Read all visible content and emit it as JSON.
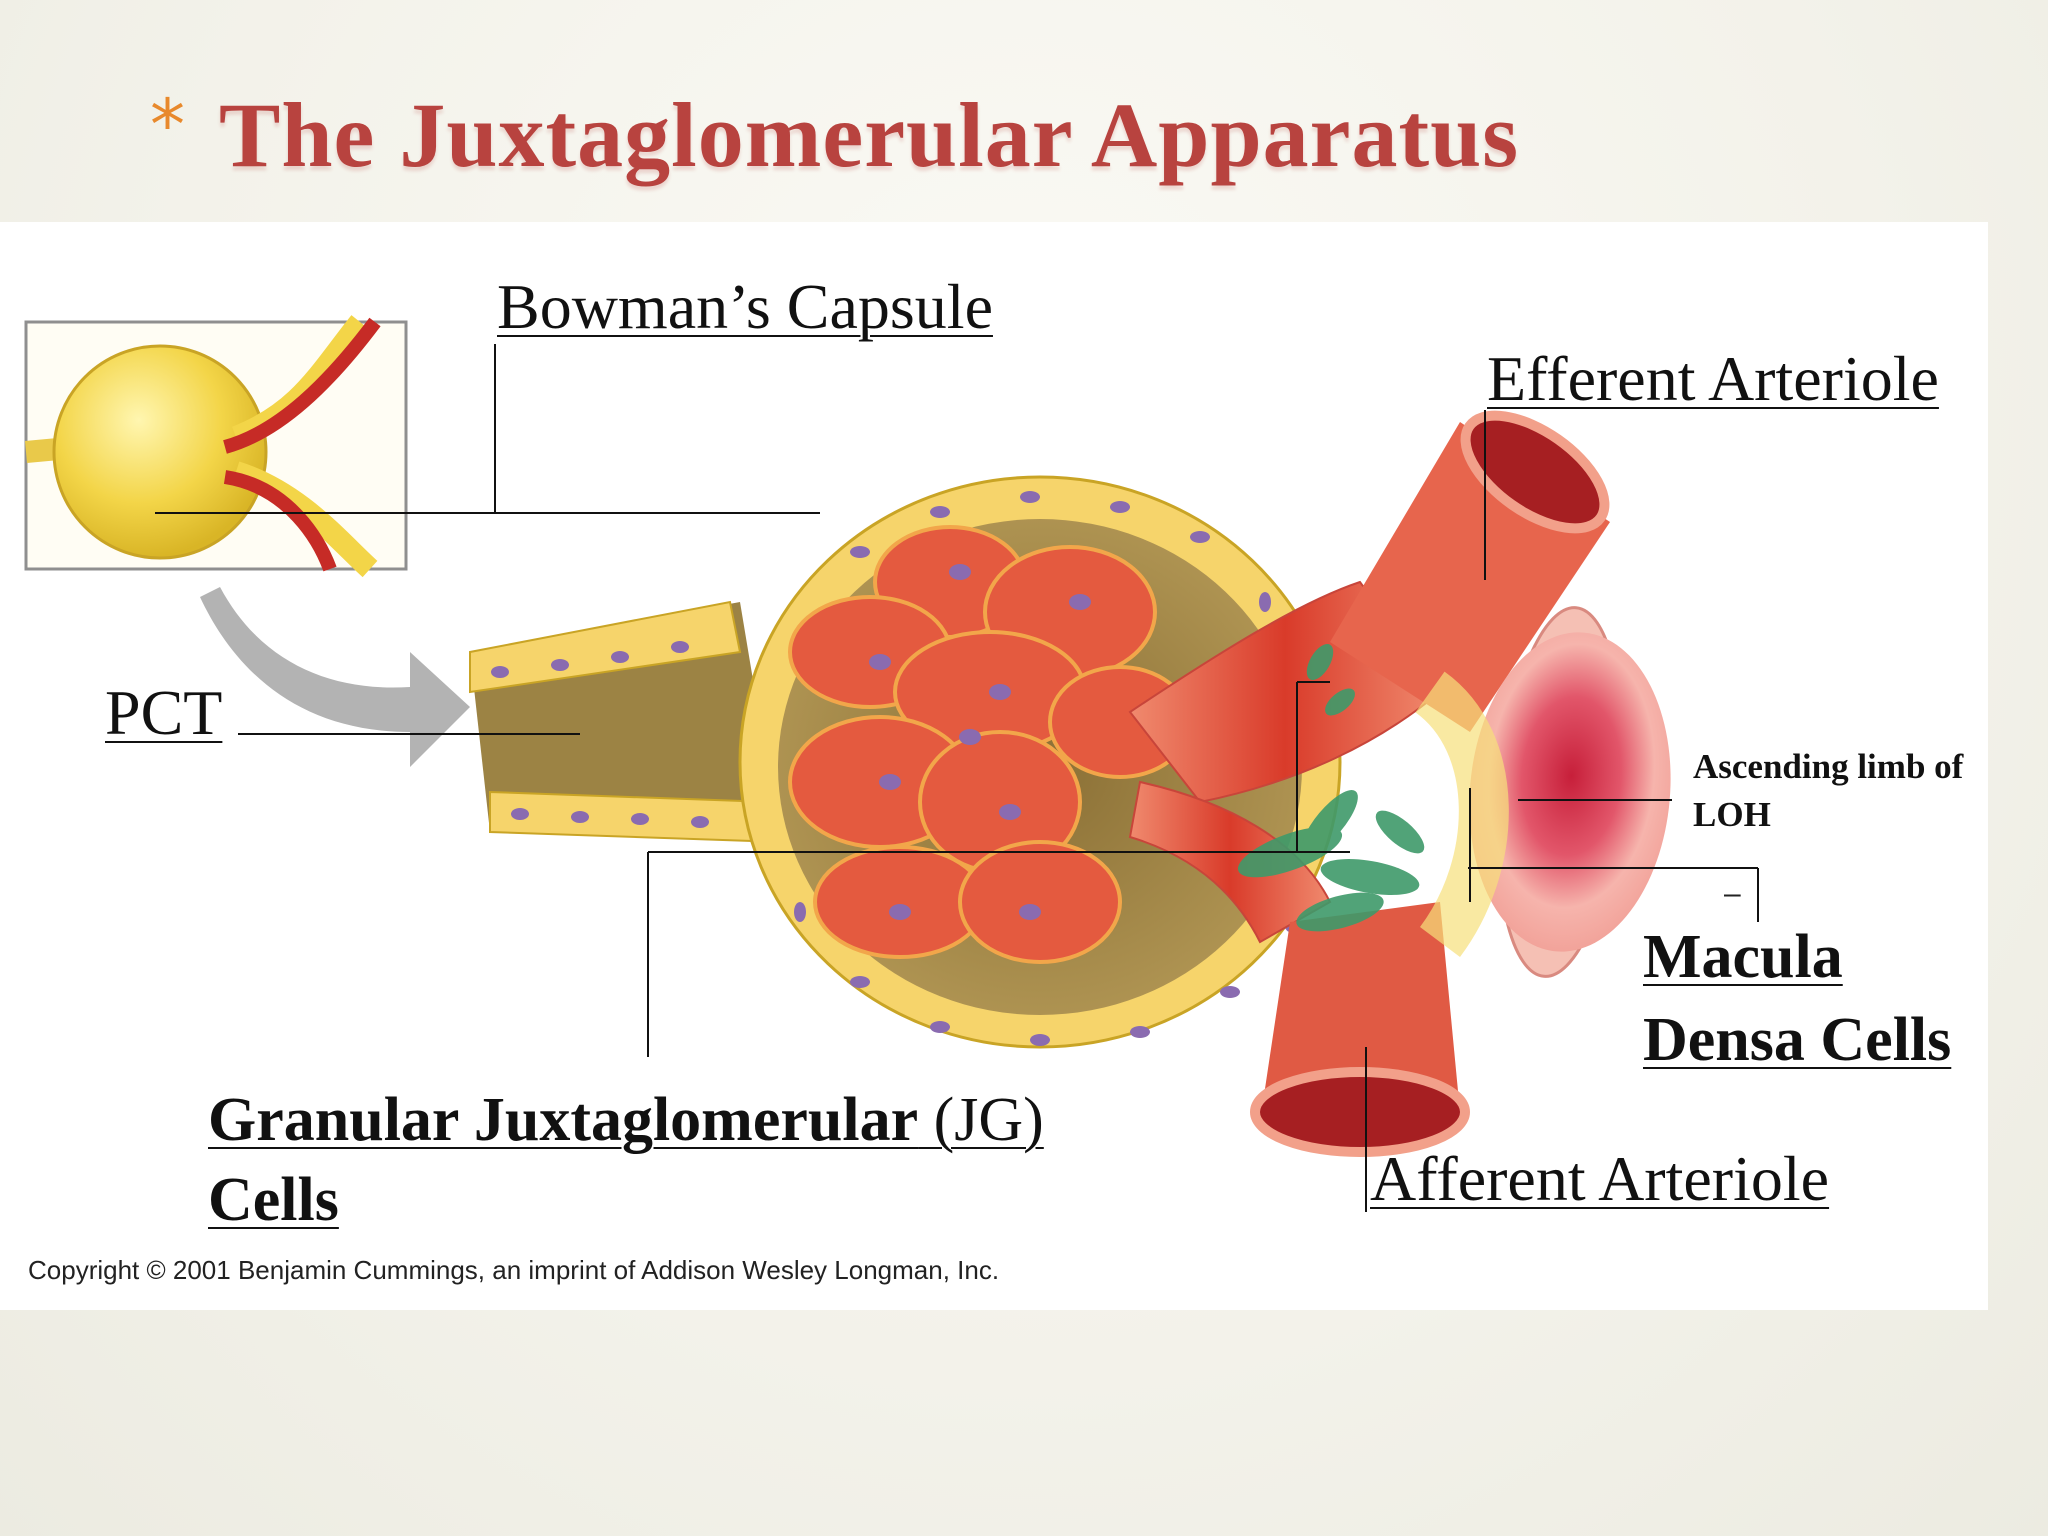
{
  "slide": {
    "bullet": "*",
    "title": "The Juxtaglomerular Apparatus"
  },
  "labels": {
    "bowmans_capsule": "Bowman’s Capsule",
    "efferent_arteriole": "Efferent Arteriole",
    "pct": "PCT",
    "ascending_limb_line1": "Ascending limb of",
    "ascending_limb_line2": "LOH",
    "macula_densa_line1": "Macula",
    "macula_densa_line2": "Densa Cells",
    "granular_jg_bold": "Granular Juxtaglomerular",
    "granular_jg_plain": " (JG)",
    "granular_jg_line2": "Cells",
    "afferent_arteriole": "Afferent Arteriole",
    "stray_mark": "–"
  },
  "copyright": "Copyright © 2001 Benjamin Cummings, an imprint of Addison Wesley Longman, Inc.",
  "colors": {
    "title": "#b8433f",
    "bullet": "#e8892c",
    "capsule_yellow": "#f5d76a",
    "interior_olive": "#a68d4e",
    "capillary_red": "#e0553c",
    "arteriole_red": "#d9432f",
    "jg_cells_green": "#3f9a6a",
    "loh_pink": "#f2a39a",
    "nuclei_purple": "#9b7bb8"
  }
}
